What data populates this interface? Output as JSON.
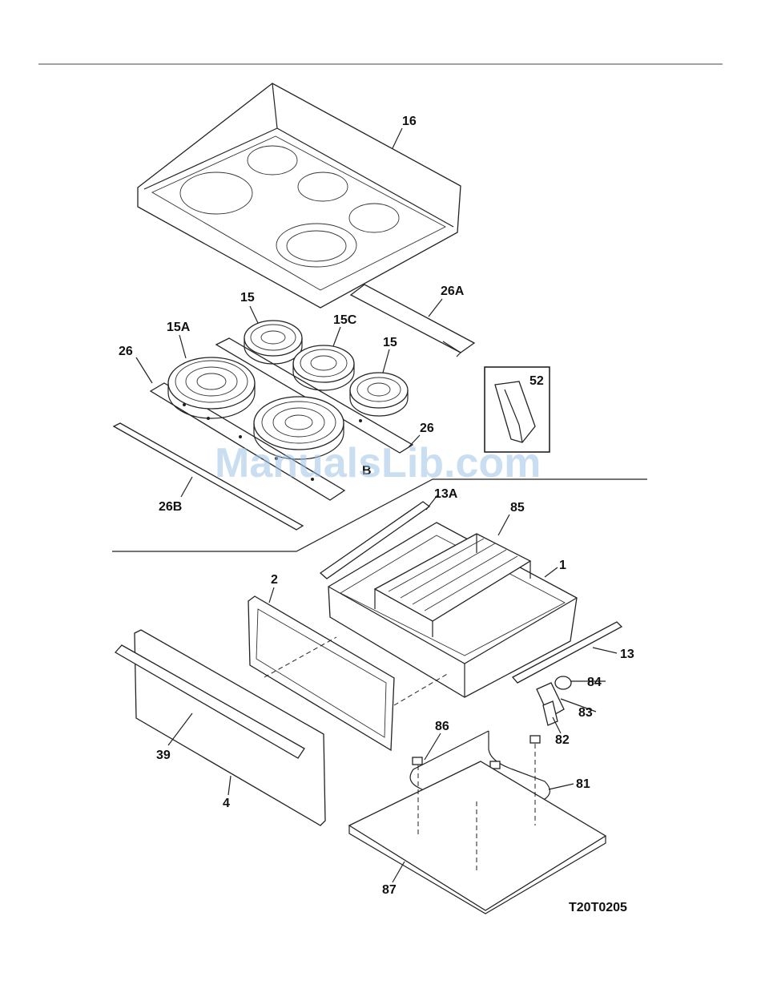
{
  "labels": {
    "p16": "16",
    "p26A": "26A",
    "p15_top": "15",
    "p15A": "15A",
    "p15C": "15C",
    "p15_right": "15",
    "p26_left": "26",
    "p26_right": "26",
    "p52": "52",
    "p26B": "26B",
    "p15B_partial": "B",
    "p13A": "13A",
    "p85": "85",
    "p1": "1",
    "p2": "2",
    "p13": "13",
    "p84": "84",
    "p83": "83",
    "p82": "82",
    "p86": "86",
    "p39": "39",
    "p4": "4",
    "p81": "81",
    "p87": "87"
  },
  "diagram_code": "T20T0205",
  "watermark": "ManualsLib.com",
  "colors": {
    "line": "#222222",
    "watermark": "#9cc3e6",
    "background": "#ffffff"
  }
}
